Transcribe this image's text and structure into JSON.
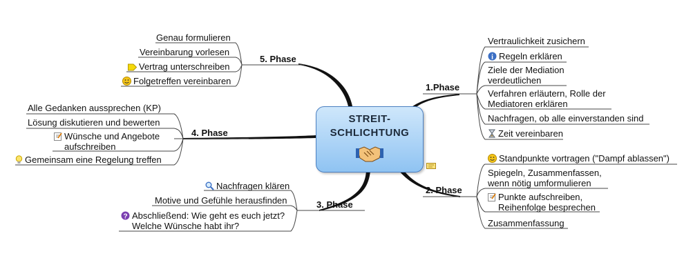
{
  "center": {
    "title_line1": "STREIT-",
    "title_line2": "SCHLICHTUNG",
    "icon": "handshake-icon"
  },
  "phase1": {
    "label": "1.Phase",
    "items": [
      {
        "text": "Vertraulichkeit zusichern"
      },
      {
        "text": "Regeln erklären",
        "icon": "info-icon"
      },
      {
        "line1": "Ziele der Mediation",
        "line2": "verdeutlichen"
      },
      {
        "line1": "Verfahren erläutern, Rolle der",
        "line2": "Mediatoren erklären"
      },
      {
        "text": "Nachfragen, ob alle einverstanden sind"
      },
      {
        "text": "Zeit vereinbaren",
        "icon": "hourglass-icon"
      }
    ]
  },
  "phase2": {
    "label": "2. Phase",
    "items": [
      {
        "text": "Standpunkte vortragen (\"Dampf ablassen\")",
        "icon": "smiley-icon"
      },
      {
        "line1": "Spiegeln, Zusammenfassen,",
        "line2": "wenn nötig umformulieren"
      },
      {
        "line1": "Punkte aufschreiben,",
        "line2": "Reihenfolge besprechen",
        "icon": "note-icon"
      },
      {
        "text": "Zusammenfassung"
      }
    ]
  },
  "phase3": {
    "label": "3. Phase",
    "items": [
      {
        "text": "Nachfragen klären",
        "icon": "magnifier-icon"
      },
      {
        "text": "Motive und Gefühle herausfinden"
      },
      {
        "line1": "Abschließend: Wie geht es euch jetzt?",
        "line2": "Welche Wünsche habt ihr?",
        "icon": "question-icon"
      }
    ]
  },
  "phase4": {
    "label": "4. Phase",
    "items": [
      {
        "text": "Alle Gedanken aussprechen (KP)"
      },
      {
        "text": "Lösung diskutieren und bewerten"
      },
      {
        "line1": "Wünsche und Angebote",
        "line2": "aufschreiben",
        "icon": "note-icon"
      },
      {
        "text": "Gemeinsam eine Regelung treffen",
        "icon": "lightbulb-icon"
      }
    ]
  },
  "phase5": {
    "label": "5. Phase",
    "items": [
      {
        "text": "Genau formulieren"
      },
      {
        "text": "Vereinbarung vorlesen"
      },
      {
        "text": "Vertrag unterschreiben",
        "icon": "tag-icon"
      },
      {
        "text": "Folgetreffen vereinbaren",
        "icon": "smiley-icon"
      }
    ]
  }
}
